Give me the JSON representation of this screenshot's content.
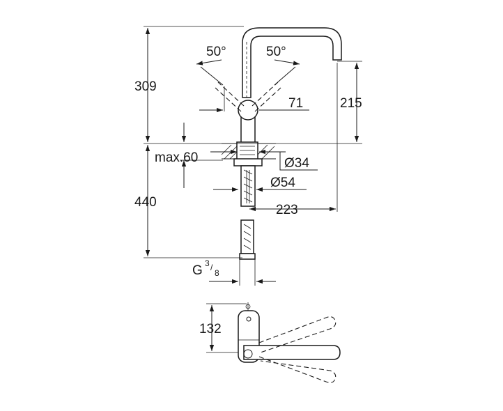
{
  "dimensions": {
    "total_height_upper": "309",
    "spout_height": "215",
    "lower_height": "440",
    "max_thickness": "max.60",
    "angle_left": "50°",
    "angle_right": "50°",
    "handle_offset": "71",
    "hole_diameter": "Ø34",
    "base_diameter": "Ø54",
    "spout_reach": "223",
    "thread_prefix": "G",
    "thread_num": "3",
    "thread_den": "8",
    "plan_depth": "132"
  }
}
